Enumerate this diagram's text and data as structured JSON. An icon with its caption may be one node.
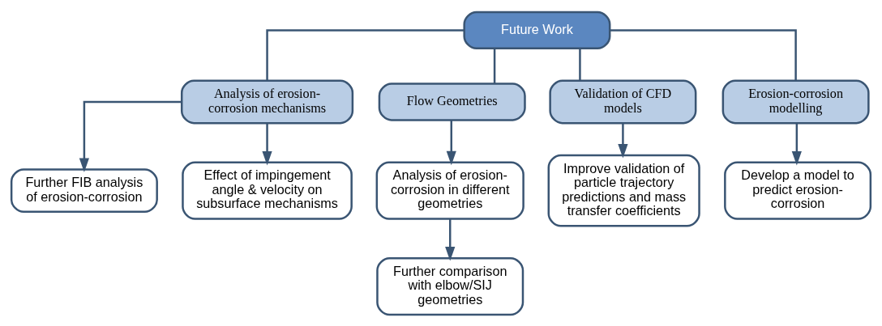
{
  "diagram": {
    "nodes": [
      {
        "text": [
          "Future Work"
        ]
      },
      {
        "text": [
          "Analysis of erosion-corrosion mechanisms"
        ]
      },
      {
        "text": [
          "Flow Geometries"
        ]
      },
      {
        "text": [
          "Validation of CFD models"
        ]
      },
      {
        "text": [
          "Erosion-corrosion modelling"
        ]
      },
      {
        "text": [
          "Further FIB analysis of erosion-corrosion"
        ]
      },
      {
        "text": [
          "Effect of impingement angle & velocity on subsurface mechanisms"
        ]
      },
      {
        "text": [
          "Analysis of erosion-corrosion in different geometries"
        ]
      },
      {
        "text": [
          "Further comparison with elbow/SIJ geometries"
        ]
      },
      {
        "text": [
          "Improve validation of particle trajectory predictions and mass transfer coefficients"
        ]
      },
      {
        "text": [
          "Develop a model to predict erosion-corrosion"
        ]
      }
    ],
    "edges": [
      {
        "from": 0,
        "to": 1,
        "arrow": "none"
      },
      {
        "from": 0,
        "to": 2,
        "arrow": "none"
      },
      {
        "from": 0,
        "to": 3,
        "arrow": "none"
      },
      {
        "from": 0,
        "to": 4,
        "arrow": "none"
      },
      {
        "from": 1,
        "to": 5,
        "arrow": "to"
      },
      {
        "from": 1,
        "to": 6,
        "arrow": "to"
      },
      {
        "from": 2,
        "to": 7,
        "arrow": "to"
      },
      {
        "from": 7,
        "to": 8,
        "arrow": "to"
      },
      {
        "from": 3,
        "to": 9,
        "arrow": "to"
      },
      {
        "from": 4,
        "to": 10,
        "arrow": "to"
      }
    ]
  }
}
